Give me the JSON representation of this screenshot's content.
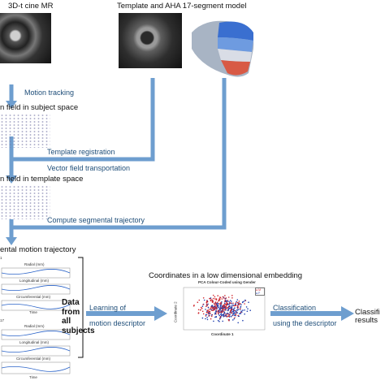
{
  "headings": {
    "cine": "3D-t cine MR",
    "template": "Template and AHA 17-segment model",
    "subject_space": "n field in subject space",
    "template_space": "n field in template space",
    "trajectory": "ental motion trajectory",
    "embedding": "Coordinates in a low dimensional embedding"
  },
  "steps": {
    "motion_tracking": "Motion tracking",
    "registration": "Template registration",
    "vector_transport": "Vector field transportation",
    "segmental": "Compute segmental trajectory",
    "learning_1": "Learning of",
    "learning_2": "motion descriptor",
    "classification_1": "Classification",
    "classification_2": "using the descriptor"
  },
  "data_label": [
    "Data",
    "from",
    "all",
    "subjects"
  ],
  "result": [
    "Classifi",
    "results"
  ],
  "trajectory_plots": {
    "segment_labels": [
      "1",
      "17"
    ],
    "labels_a": [
      "Radial (mm)",
      "Longitudinal (mm)",
      "Circumferential (mm)",
      "Time"
    ],
    "labels_b": [
      "Radial (mm)",
      "Longitudinal (mm)",
      "Circumferential (mm)",
      "Time"
    ]
  },
  "scatter": {
    "title": "PCA Colour-Coded using Gender",
    "xlabel": "Coordinate 1",
    "ylabel": "Coordinate 2",
    "legend": [
      "M",
      "F"
    ],
    "colors": {
      "red": "#d0242b",
      "blue": "#1f3fae"
    }
  },
  "colors": {
    "arrow": "#6e9ecf",
    "step_text": "#1f4e79"
  }
}
